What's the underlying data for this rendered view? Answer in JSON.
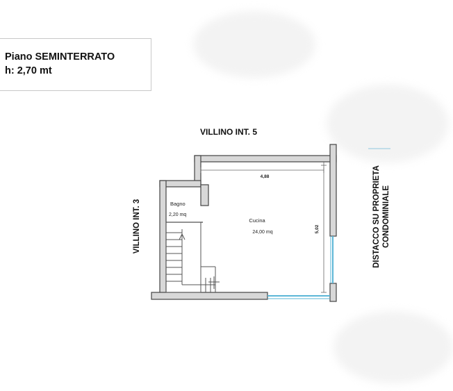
{
  "header": {
    "floor": "Piano SEMINTERRATO",
    "height": "h: 2,70 mt"
  },
  "neighbors": {
    "top": "VILLINO INT. 5",
    "left": "VILLINO INT. 3",
    "right_line1": "DISTACCO SU PROPRIETA",
    "right_line2": "CONDOMINIALE"
  },
  "rooms": [
    {
      "name": "Bagno",
      "area": "2,20 mq"
    },
    {
      "name": "Cucina",
      "area": "24,00 mq"
    }
  ],
  "dimensions": {
    "width": "4,88",
    "depth": "5,02"
  },
  "colors": {
    "wall_fill": "#d8d8d8",
    "wall_stroke": "#444444",
    "window": "#5bb6d6"
  }
}
